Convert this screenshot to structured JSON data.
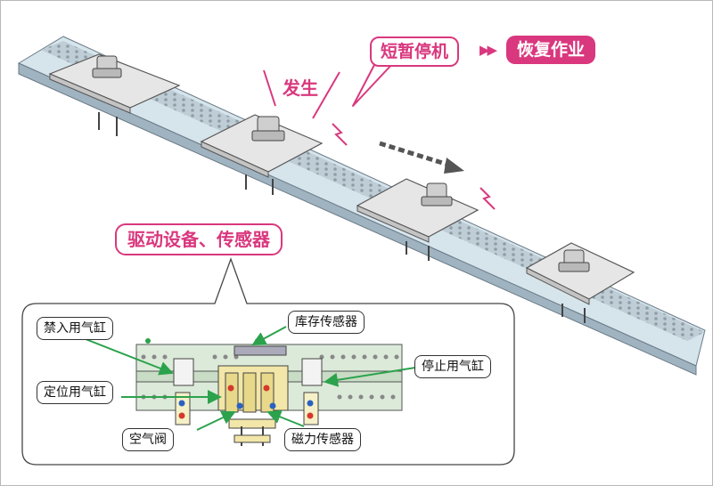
{
  "colors": {
    "accent": "#d9387e",
    "callout_arrow": "#2ba24c",
    "rail": "#cfdee8",
    "pallet": "#e6e6e6"
  },
  "top": {
    "occur_label": "发生",
    "stop_label": "短暂停机",
    "arrows_glyph": "▶▶",
    "resume_label": "恢复作业"
  },
  "section_label": "驱动设备、传感器",
  "callouts": {
    "inlet_cylinder": "禁入用气缸",
    "stock_sensor": "库存传感器",
    "stop_cylinder": "停止用气缸",
    "positioning_cylinder": "定位用气缸",
    "air_valve": "空气阀",
    "magnetic_sensor": "磁力传感器"
  }
}
